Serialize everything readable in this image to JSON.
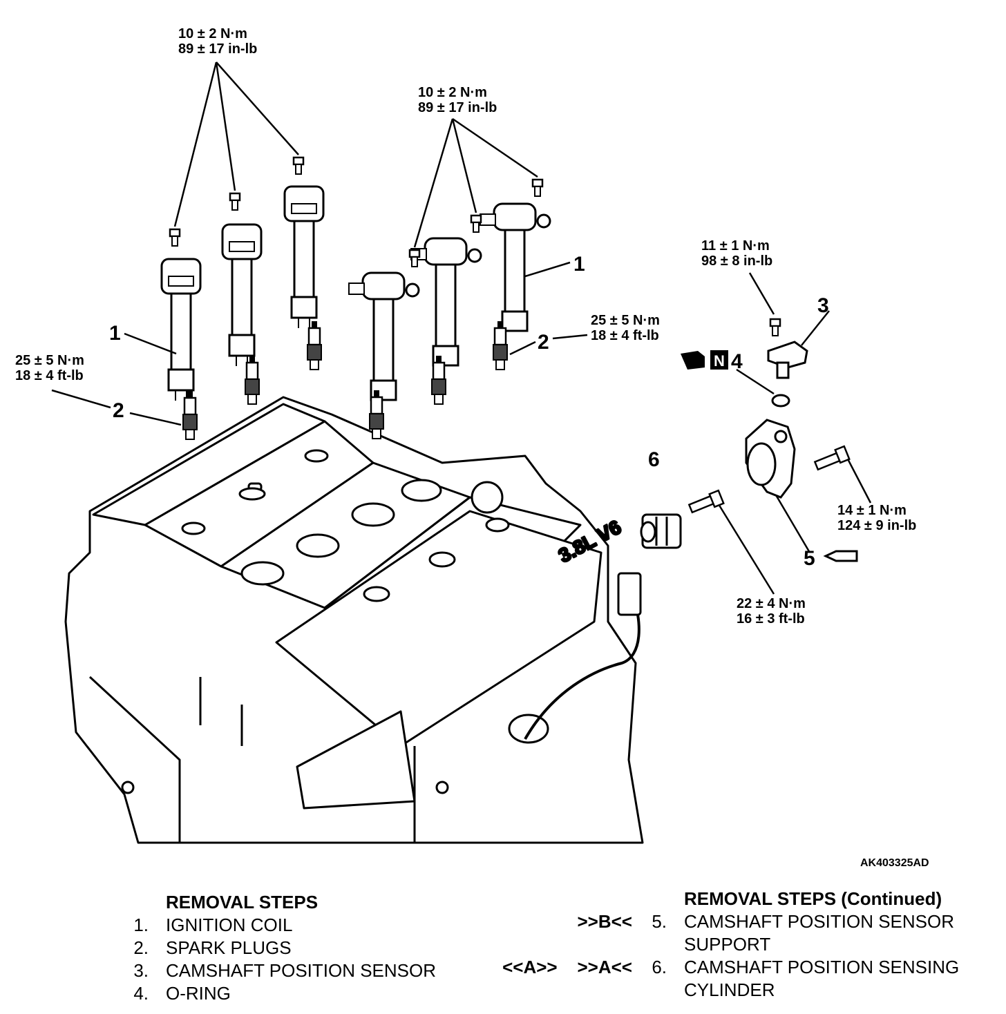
{
  "torques": {
    "t1": [
      "10 ± 2 N·m",
      "89 ± 17 in-lb"
    ],
    "t2": [
      "10 ± 2 N·m",
      "89 ± 17 in-lb"
    ],
    "t3": [
      "11 ± 1 N·m",
      "98 ± 8 in-lb"
    ],
    "t4": [
      "25 ± 5 N·m",
      "18 ± 4 ft-lb"
    ],
    "t5": [
      "25 ± 5 N·m",
      "18 ± 4 ft-lb"
    ],
    "t6": [
      "14 ± 1 N·m",
      "124 ± 9 in-lb"
    ],
    "t7": [
      "22 ± 4 N·m",
      "16 ± 3 ft-lb"
    ]
  },
  "callouts": [
    "1",
    "1",
    "2",
    "2",
    "3",
    "4",
    "5",
    "6"
  ],
  "n_symbol": "N",
  "figure_id": "AK403325AD",
  "steps_left": {
    "title": "REMOVAL STEPS",
    "items": [
      {
        "num": "1.",
        "text": "IGNITION COIL"
      },
      {
        "num": "2.",
        "text": "SPARK PLUGS"
      },
      {
        "num": "3.",
        "text": "CAMSHAFT POSITION SENSOR"
      },
      {
        "num": "4.",
        "text": "O-RING"
      }
    ]
  },
  "steps_right": {
    "title": "REMOVAL STEPS (Continued)",
    "items": [
      {
        "pre": ">>B<<",
        "num": "5.",
        "text": "CAMSHAFT POSITION SENSOR",
        "text2": "SUPPORT"
      },
      {
        "pre": "<<A>>    >>A<<",
        "num": "6.",
        "text": "CAMSHAFT POSITION SENSING",
        "text2": "CYLINDER"
      }
    ]
  }
}
